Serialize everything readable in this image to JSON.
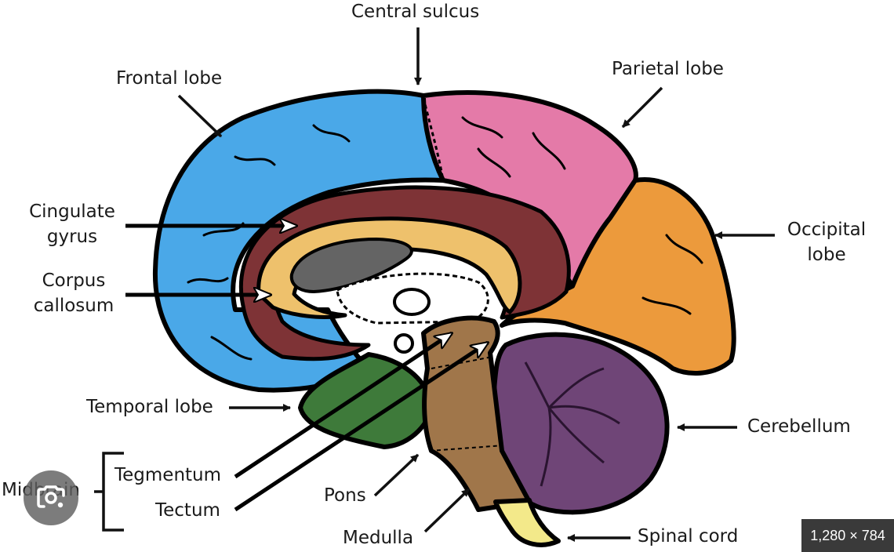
{
  "labels": {
    "central_sulcus": "Central sulcus",
    "frontal_lobe": "Frontal lobe",
    "parietal_lobe": "Parietal lobe",
    "cingulate_gyrus_line1": "Cingulate",
    "cingulate_gyrus_line2": "gyrus",
    "corpus_callosum_line1": "Corpus",
    "corpus_callosum_line2": "callosum",
    "occipital_lobe_line1": "Occipital",
    "occipital_lobe_line2": "lobe",
    "temporal_lobe": "Temporal lobe",
    "cerebellum": "Cerebellum",
    "midbrain": "Midbrain",
    "tegmentum": "Tegmentum",
    "tectum": "Tectum",
    "pons": "Pons",
    "medulla": "Medulla",
    "spinal_cord": "Spinal cord"
  },
  "image_size_badge": "1,280 × 784",
  "icons": {
    "lens": "google-lens-icon"
  },
  "colors": {
    "frontal_lobe": "#4aa8e8",
    "parietal_lobe": "#e47aa8",
    "occipital_lobe": "#ec9a3c",
    "temporal_lobe": "#3e7a3a",
    "cingulate_gyrus": "#7e3336",
    "corpus_callosum": "#eec16c",
    "ventricle": "#646464",
    "cerebellum": "#6f4577",
    "brainstem": "#a0764a",
    "spinal_cord": "#f3e98a",
    "outline": "#000000"
  }
}
